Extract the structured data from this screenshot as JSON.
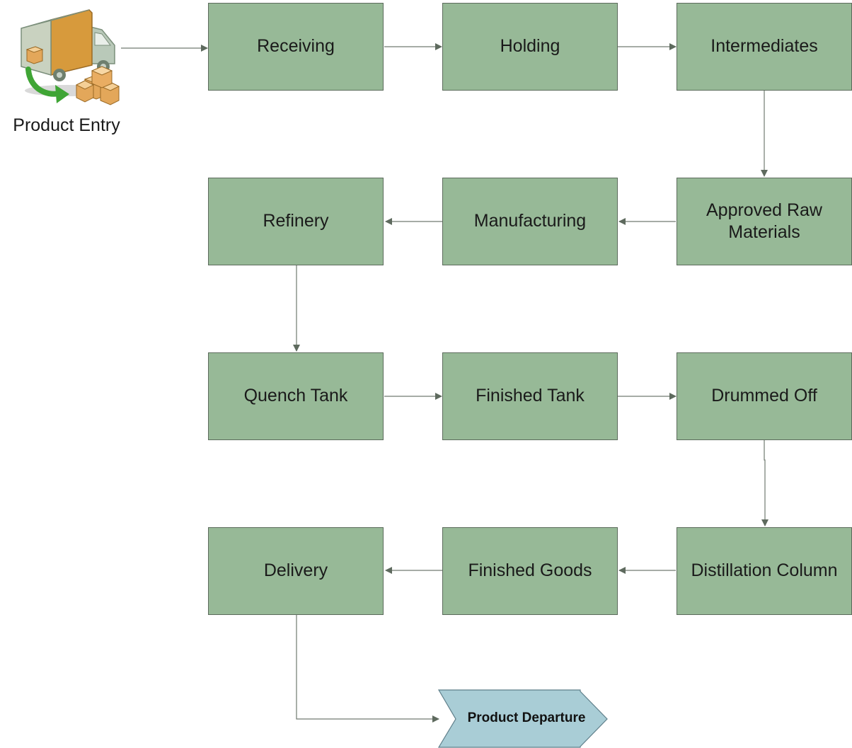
{
  "entry": {
    "label": "Product Entry",
    "icon": "delivery-truck-icon"
  },
  "steps": {
    "receiving": "Receiving",
    "holding": "Holding",
    "intermediates": "Intermediates",
    "approved_raw": "Approved Raw Materials",
    "manufacturing": "Manufacturing",
    "refinery": "Refinery",
    "quench_tank": "Quench Tank",
    "finished_tank": "Finished Tank",
    "drummed_off": "Drummed Off",
    "distillation_column": "Distillation Column",
    "finished_goods": "Finished Goods",
    "delivery": "Delivery"
  },
  "departure": {
    "label": "Product Departure"
  },
  "colors": {
    "box_fill": "#97b997",
    "box_border": "#5c6b5c",
    "connector": "#707a70",
    "departure_fill": "#a9cdd6"
  }
}
